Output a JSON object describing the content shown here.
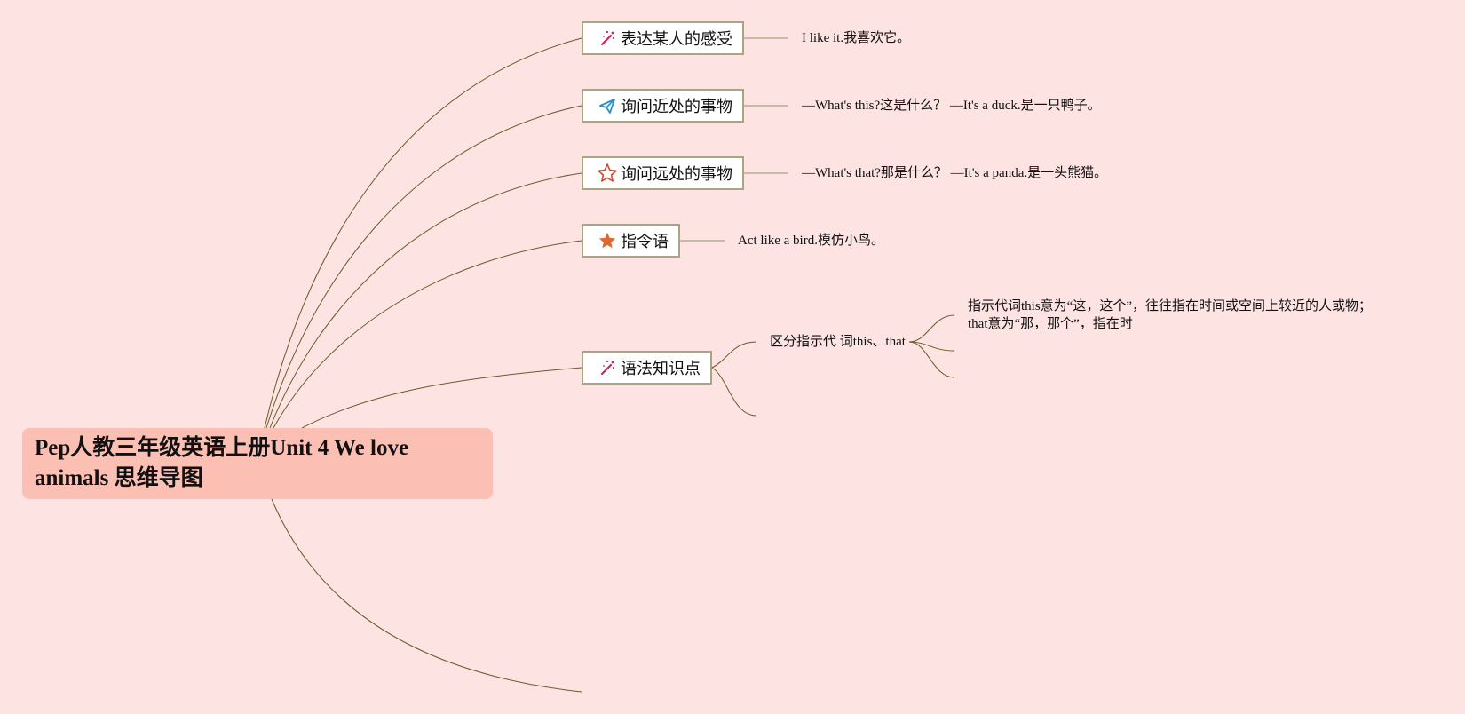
{
  "root": {
    "title": "Pep人教三年级英语上册Unit 4 We love animals 思维导图"
  },
  "topics": [
    {
      "label": "表达某人的感受",
      "icon": "magic-wand-icon",
      "detail": "I like it.我喜欢它。"
    },
    {
      "label": "询问近处的事物",
      "icon": "paper-plane-icon",
      "detail": "—What's this?这是什么？ —It's a duck.是一只鸭子。"
    },
    {
      "label": "询问远处的事物",
      "icon": "star-outline-icon",
      "detail": "—What's that?那是什么？ —It's a panda.是一头熊猫。"
    },
    {
      "label": "指令语",
      "icon": "star-filled-icon",
      "detail": "Act like a bird.模仿小鸟。"
    },
    {
      "label": "语法知识点",
      "icon": "magic-wand-icon",
      "detail": "区分指示代 词this、that"
    }
  ],
  "grammar_note": "指示代词this意为“这，这个”，往往指在时间或空间上较近的人或物；that意为“那，那个”，指在时",
  "colors": {
    "background": "#fde3e1",
    "root_fill": "#fcbfb3",
    "line": "#6b5a2a",
    "topic_border": "#a8a585"
  }
}
